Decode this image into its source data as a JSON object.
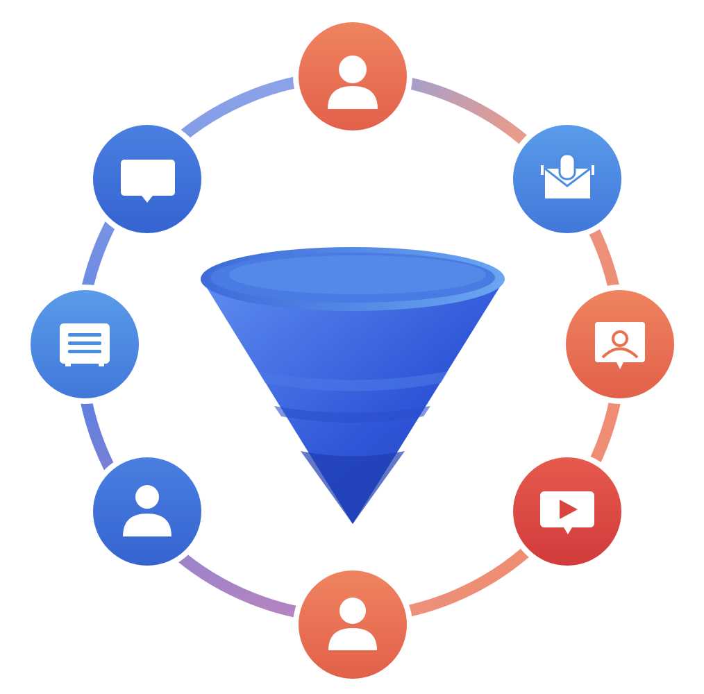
{
  "colors": {
    "orange": "#E8704F",
    "red": "#D9443F",
    "blue": "#3D6FD6",
    "light_blue": "#4B8DE2",
    "funnel_top": "#5F95EE",
    "funnel_bottom": "#1E3EB0",
    "ring_warm": "#EE9A86",
    "ring_cool": "#7F93E0",
    "ring_purple": "#B584C0"
  },
  "nodes": [
    {
      "id": "top",
      "icon": "user-icon",
      "color": "orange"
    },
    {
      "id": "top-right",
      "icon": "envelope-icon",
      "color": "light_blue"
    },
    {
      "id": "right",
      "icon": "profile-card-icon",
      "color": "orange"
    },
    {
      "id": "bottom-right",
      "icon": "video-play-icon",
      "color": "red"
    },
    {
      "id": "bottom",
      "icon": "user-icon",
      "color": "orange"
    },
    {
      "id": "bottom-left",
      "icon": "user-icon",
      "color": "blue"
    },
    {
      "id": "left",
      "icon": "document-icon",
      "color": "light_blue"
    },
    {
      "id": "top-left",
      "icon": "chat-bubble-icon",
      "color": "blue"
    }
  ],
  "center": {
    "icon": "funnel-icon"
  }
}
